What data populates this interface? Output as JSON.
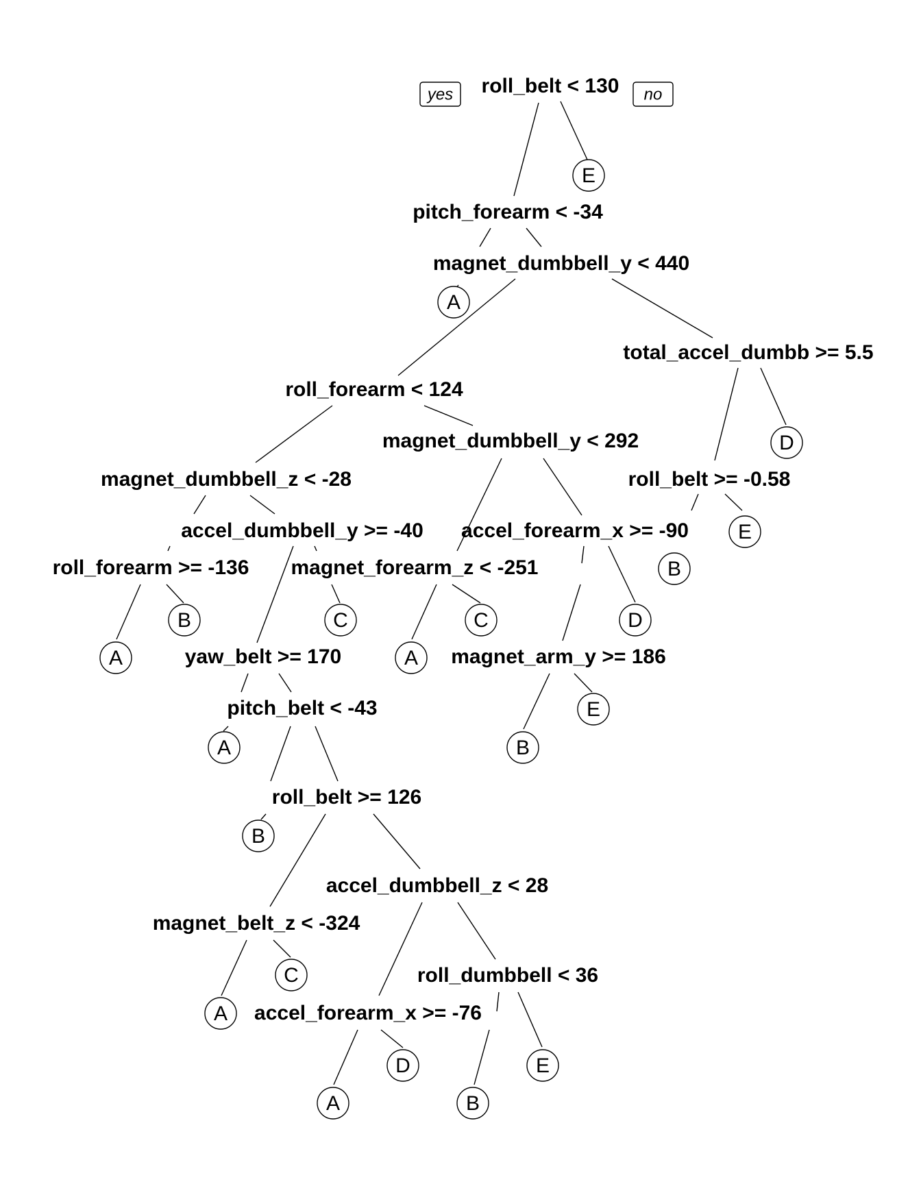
{
  "branch_tags": {
    "yes": "yes",
    "no": "no"
  },
  "splits": {
    "n1": "roll_belt < 130",
    "n2": "pitch_forearm < -34",
    "n4": "magnet_dumbbell_y < 440",
    "n5": "total_accel_dumbb >= 5.5",
    "n6": "roll_forearm < 124",
    "n7": "roll_belt >= -0.58",
    "n8": "magnet_dumbbell_z < -28",
    "n9": "magnet_dumbbell_y < 292",
    "n10": "accel_dumbbell_y >= -40",
    "n11": "accel_forearm_x >= -90",
    "n12": "roll_forearm >= -136",
    "n13": "magnet_forearm_z < -251",
    "n14": "yaw_belt >= 170",
    "n15": "magnet_arm_y >= 186",
    "n16": "pitch_belt < -43",
    "n17": "roll_belt >= 126",
    "n18": "accel_dumbbell_z < 28",
    "n19": "magnet_belt_z < -324",
    "n20": "roll_dumbbell < 36",
    "n21": "accel_forearm_x >= -76"
  },
  "leaves": {
    "L1": "E",
    "L2": "A",
    "L3": "D",
    "L4": "E",
    "L5": "B",
    "L6": "A",
    "L7": "B",
    "L8": "C",
    "L9": "A",
    "L10": "C",
    "L11": "D",
    "L12": "B",
    "L13": "E",
    "L14": "A",
    "L15": "B",
    "L16": "A",
    "L17": "C",
    "L18": "A",
    "L19": "D",
    "L20": "B",
    "L21": "E"
  }
}
